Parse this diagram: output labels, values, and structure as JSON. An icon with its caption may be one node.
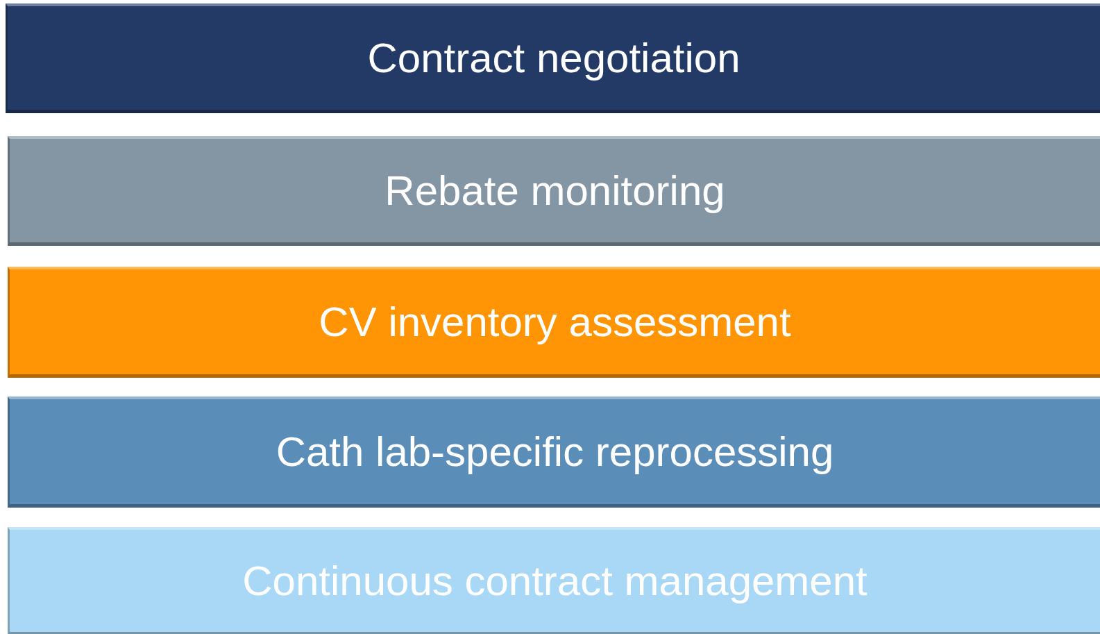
{
  "diagram": {
    "nodes": [
      {
        "text": [
          "Contract negotiation"
        ]
      },
      {
        "text": [
          "Rebate monitoring"
        ]
      },
      {
        "text": [
          "CV inventory assessment"
        ]
      },
      {
        "text": [
          "Cath lab-specific reprocessing"
        ]
      },
      {
        "text": [
          "Continuous contract management"
        ]
      }
    ]
  }
}
